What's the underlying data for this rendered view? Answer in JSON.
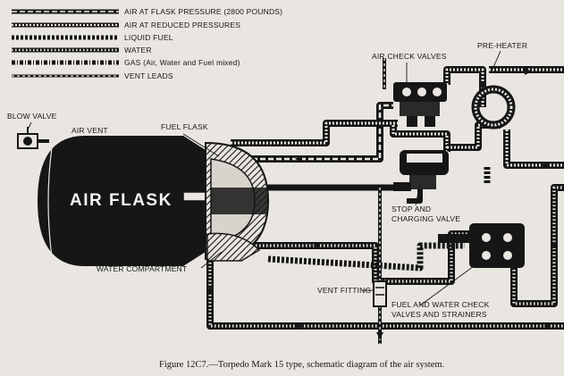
{
  "legend": [
    {
      "label": "AIR AT FLASK PRESSURE (2800 POUNDS)"
    },
    {
      "label": "AIR AT REDUCED PRESSURES"
    },
    {
      "label": "LIQUID FUEL"
    },
    {
      "label": "WATER"
    },
    {
      "label": "GAS (Air, Water and Fuel mixed)"
    },
    {
      "label": "VENT LEADS"
    }
  ],
  "labels": {
    "air_flask": "AIR FLASK",
    "blow_valve": "BLOW VALVE",
    "air_vent": "AIR VENT",
    "fuel_flask": "FUEL FLASK",
    "air_check_valves": "AIR CHECK VALVES",
    "pre_heater": "PRE-HEATER",
    "stop_charging_1": "STOP AND",
    "stop_charging_2": "CHARGING VALVE",
    "water_compartment": "WATER COMPARTMENT",
    "vent_fitting": "VENT FITTING",
    "fuel_water_1": "FUEL AND WATER CHECK",
    "fuel_water_2": "VALVES AND STRAINERS"
  },
  "caption": {
    "figure": "Figure 12C7.",
    "text": "—Torpedo Mark 15 type, schematic diagram of the air system."
  },
  "colors": {
    "background": "#e9e6e1",
    "ink": "#161616",
    "paper_light": "#f4f2ee"
  }
}
